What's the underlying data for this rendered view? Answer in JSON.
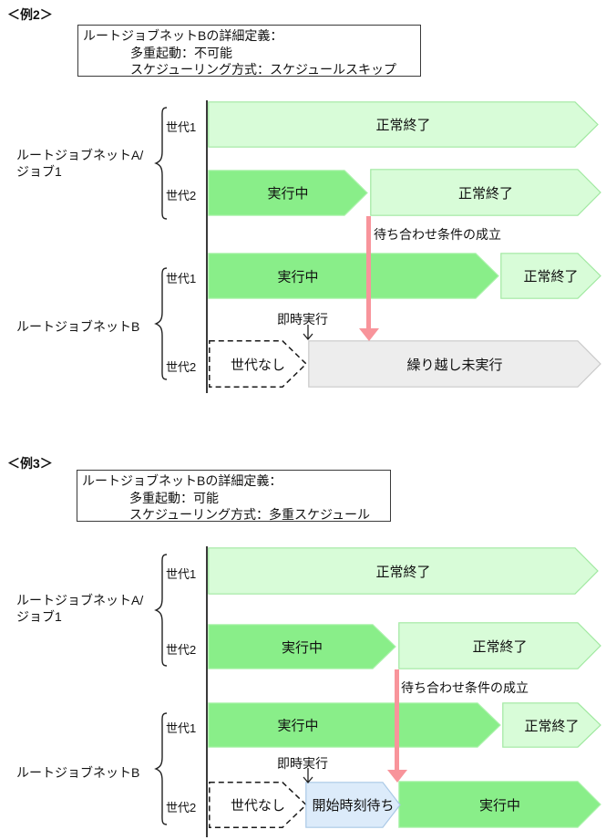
{
  "examples": [
    {
      "tag": "＜例2＞",
      "definition": [
        "ルートジョブネットBの詳細定義：",
        "多重起動：不可能",
        "スケジューリング方式：スケジュールスキップ"
      ],
      "groups": {
        "a_line1": "ルートジョブネットA/",
        "a_line2": "ジョブ1",
        "b": "ルートジョブネットB"
      },
      "generations": {
        "gen1": "世代1",
        "gen2": "世代2"
      },
      "bars": {
        "a1": "正常終了",
        "a2_run": "実行中",
        "a2_end": "正常終了",
        "b1_run": "実行中",
        "b1_end": "正常終了",
        "b2_none": "世代なし",
        "b2_main": "繰り越し未実行"
      },
      "annotations": {
        "wait": "待ち合わせ条件の成立",
        "immediate": "即時実行"
      }
    },
    {
      "tag": "＜例3＞",
      "definition": [
        "ルートジョブネットBの詳細定義：",
        "多重起動：可能",
        "スケジューリング方式：多重スケジュール"
      ],
      "groups": {
        "a_line1": "ルートジョブネットA/",
        "a_line2": "ジョブ1",
        "b": "ルートジョブネットB"
      },
      "generations": {
        "gen1": "世代1",
        "gen2": "世代2"
      },
      "bars": {
        "a1": "正常終了",
        "a2_run": "実行中",
        "a2_end": "正常終了",
        "b1_run": "実行中",
        "b1_end": "正常終了",
        "b2_none": "世代なし",
        "b2_wait": "開始時刻待ち",
        "b2_run": "実行中"
      },
      "annotations": {
        "wait": "待ち合わせ条件の成立",
        "immediate": "即時実行"
      }
    }
  ],
  "colors": {
    "normal_end_fill": "#d8fcd8",
    "normal_end_border": "#a0e8a0",
    "running_fill": "#89ee89",
    "running_border": "#abf2ab",
    "carried_over_fill": "#ededed",
    "carried_over_border": "#c9c9c9",
    "waiting_fill": "#dcebfa",
    "waiting_border": "#a9c8e6",
    "no_generation_border": "#1a1a1a",
    "wait_arrow": "#f8949b",
    "text": "#111111",
    "axis": "#3a3a3a"
  }
}
